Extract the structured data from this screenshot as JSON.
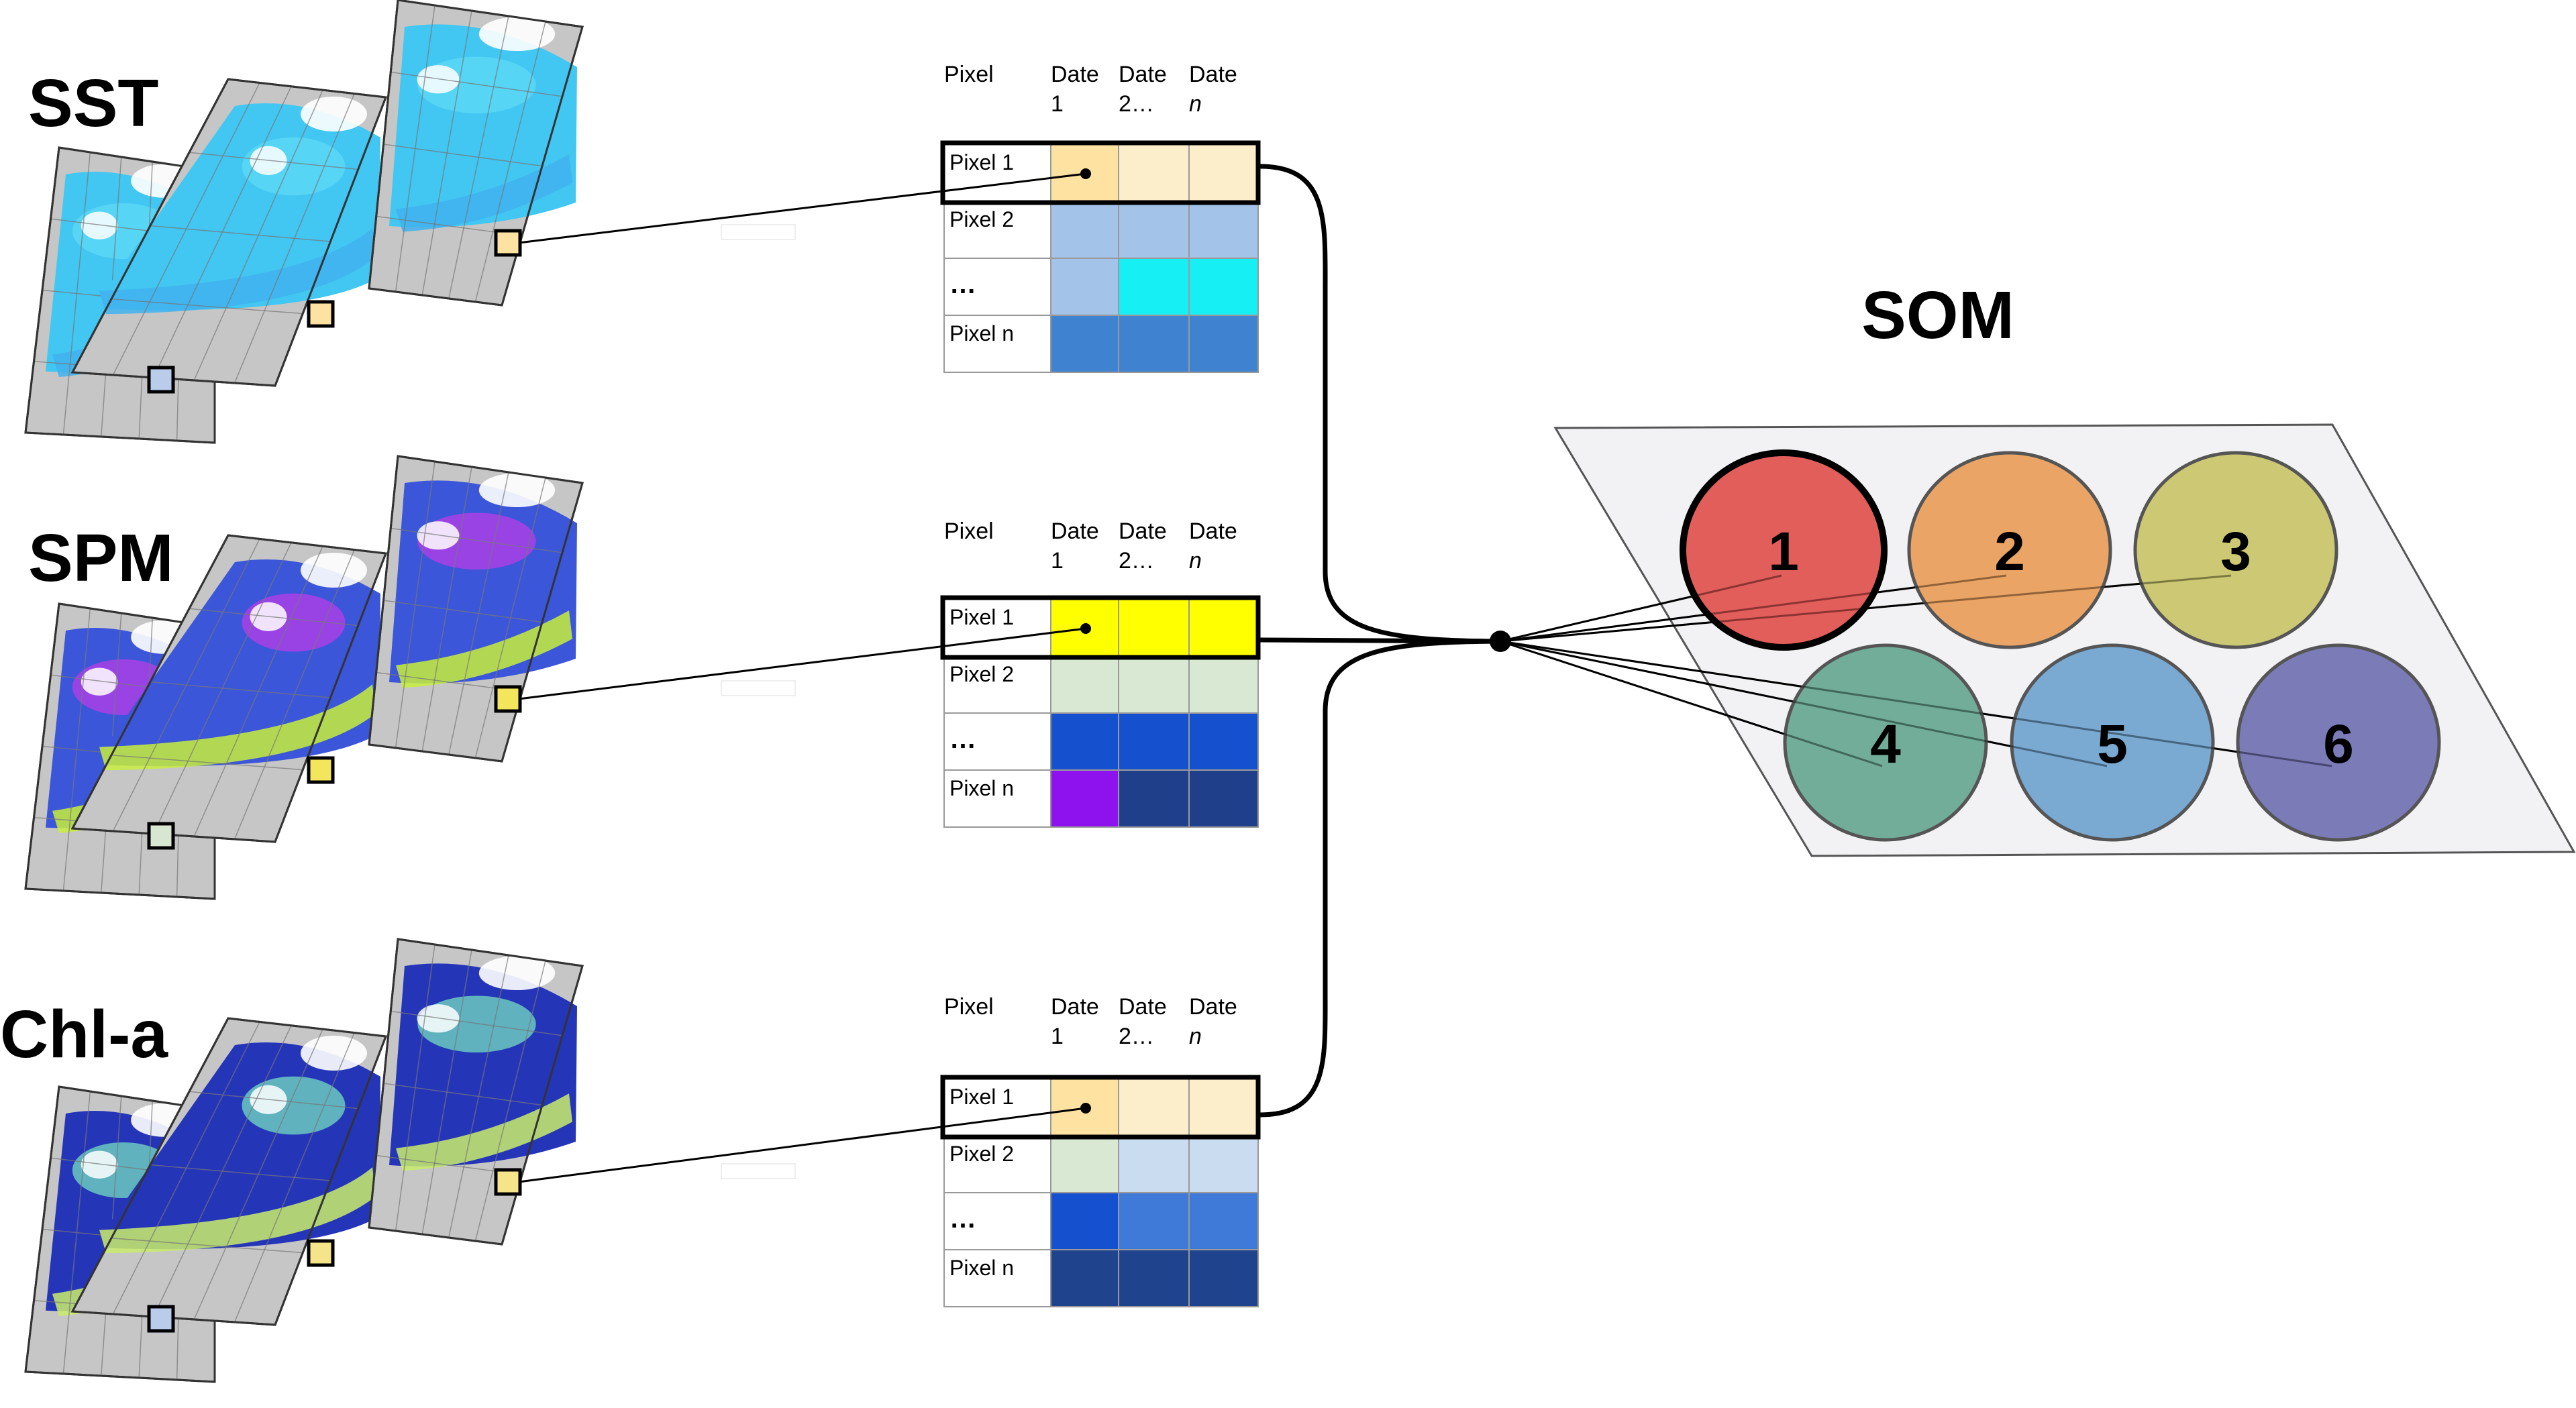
{
  "variables": [
    {
      "label": "SST",
      "table": {
        "headers": {
          "pixel": "Pixel",
          "date1_a": "Date",
          "date1_b": "1",
          "date2_a": "Date",
          "date2_b": "2…",
          "daten_a": "Date",
          "daten_b": "n"
        },
        "rows": [
          {
            "label": "Pixel 1",
            "cells": [
              "#fde2a2",
              "#fdeecb",
              "#fdeecb"
            ]
          },
          {
            "label": "Pixel 2",
            "cells": [
              "#a3c4e8",
              "#a3c4e8",
              "#a3c4e8"
            ]
          },
          {
            "label": "…",
            "cells": [
              "#a3c4e8",
              "#16f0f4",
              "#16f0f4"
            ]
          },
          {
            "label": "Pixel n",
            "cells": [
              "#3f82cf",
              "#3f82cf",
              "#3f82cf"
            ]
          }
        ]
      },
      "palette": {
        "ocean": "#42c6f2",
        "ocean2": "#5bd8f5",
        "ocean3": "#3fb2ee",
        "marker1": "#fde2a2",
        "marker2": "#fde2a2",
        "marker3": "#b9cdea"
      }
    },
    {
      "label": "SPM",
      "table": {
        "headers": {
          "pixel": "Pixel",
          "date1_a": "Date",
          "date1_b": "1",
          "date2_a": "Date",
          "date2_b": "2…",
          "daten_a": "Date",
          "daten_b": "n"
        },
        "rows": [
          {
            "label": "Pixel 1",
            "cells": [
              "#ffff00",
              "#ffff00",
              "#ffff00"
            ]
          },
          {
            "label": "Pixel 2",
            "cells": [
              "#d8e8d2",
              "#d8e8d2",
              "#d8e8d2"
            ]
          },
          {
            "label": "…",
            "cells": [
              "#1550cf",
              "#1550cf",
              "#1550cf"
            ]
          },
          {
            "label": "Pixel n",
            "cells": [
              "#8e12ee",
              "#1f3f8a",
              "#1f3f8a"
            ]
          }
        ]
      },
      "palette": {
        "ocean": "#3b56d8",
        "ocean2": "#b33ee8",
        "ocean3": "#c8ef3c",
        "marker1": "#f4e65c",
        "marker2": "#f4e65c",
        "marker3": "#d6e6d0"
      }
    },
    {
      "label": "Chl-a",
      "table": {
        "headers": {
          "pixel": "Pixel",
          "date1_a": "Date",
          "date1_b": "1",
          "date2_a": "Date",
          "date2_b": "2…",
          "daten_a": "Date",
          "daten_b": "n"
        },
        "rows": [
          {
            "label": "Pixel 1",
            "cells": [
              "#fde2a2",
              "#fdeecb",
              "#fdeecb"
            ]
          },
          {
            "label": "Pixel 2",
            "cells": [
              "#d8e8d2",
              "#cadcef",
              "#cadcef"
            ]
          },
          {
            "label": "…",
            "cells": [
              "#1550cf",
              "#3f7ad9",
              "#3f7ad9"
            ]
          },
          {
            "label": "Pixel n",
            "cells": [
              "#1f438c",
              "#1f438c",
              "#1f438c"
            ]
          }
        ]
      },
      "palette": {
        "ocean": "#2535b8",
        "ocean2": "#6fd2c0",
        "ocean3": "#c9ec6a",
        "marker1": "#f6e48a",
        "marker2": "#f6e48a",
        "marker3": "#b9cdea"
      }
    }
  ],
  "som": {
    "title": "SOM",
    "nodes": [
      {
        "label": "1",
        "color": "#e05552",
        "highlight": true
      },
      {
        "label": "2",
        "color": "#e9a05e",
        "highlight": false
      },
      {
        "label": "3",
        "color": "#c9c56c",
        "highlight": false
      },
      {
        "label": "4",
        "color": "#6aa993",
        "highlight": false
      },
      {
        "label": "5",
        "color": "#73a4cf",
        "highlight": false
      },
      {
        "label": "6",
        "color": "#7474b4",
        "highlight": false
      }
    ]
  },
  "colors": {
    "land": "#c6c6c6",
    "mapBorder": "#333333",
    "panel": "#f2f2f4"
  }
}
